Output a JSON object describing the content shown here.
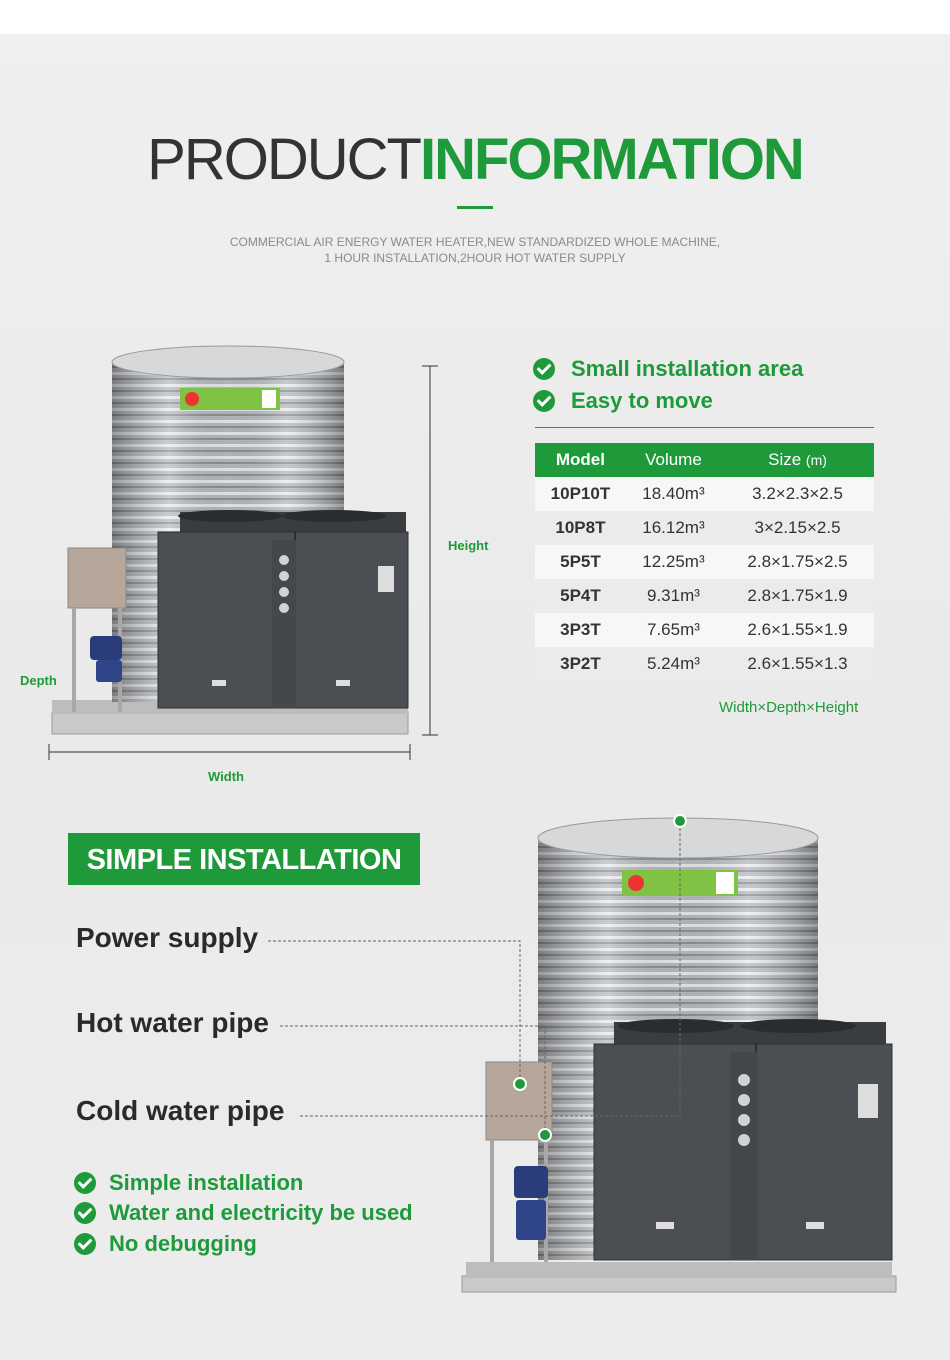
{
  "header": {
    "title_light": "PRODUCT",
    "title_bold": "INFORMATION",
    "subtitle_line1": "COMMERCIAL AIR ENERGY WATER HEATER,NEW STANDARDIZED WHOLE MACHINE,",
    "subtitle_line2": "1 HOUR INSTALLATION,2HOUR HOT WATER SUPPLY"
  },
  "features_top": [
    "Small installation area",
    "Easy to move"
  ],
  "dimensions": {
    "height": "Height",
    "depth": "Depth",
    "width": "Width"
  },
  "spec_table": {
    "headers": {
      "model": "Model",
      "volume": "Volume",
      "size": "Size",
      "size_unit": "(m)"
    },
    "rows": [
      {
        "model": "10P10T",
        "volume": "18.40m³",
        "size": "3.2×2.3×2.5"
      },
      {
        "model": "10P8T",
        "volume": "16.12m³",
        "size": "3×2.15×2.5"
      },
      {
        "model": "5P5T",
        "volume": "12.25m³",
        "size": "2.8×1.75×2.5"
      },
      {
        "model": "5P4T",
        "volume": "9.31m³",
        "size": "2.8×1.75×1.9"
      },
      {
        "model": "3P3T",
        "volume": "7.65m³",
        "size": "2.6×1.55×1.9"
      },
      {
        "model": "3P2T",
        "volume": "5.24m³",
        "size": "2.6×1.55×1.3"
      }
    ],
    "caption": "Width×Depth×Height"
  },
  "installation": {
    "banner": "SIMPLE INSTALLATION",
    "connections": [
      "Power supply",
      "Hot water pipe",
      "Cold water pipe"
    ],
    "features": [
      "Simple installation",
      "Water and electricity be used",
      "No debugging"
    ]
  },
  "colors": {
    "brand_green": "#1e9a3a",
    "heading_dark": "#333333",
    "background": "#ededed"
  }
}
